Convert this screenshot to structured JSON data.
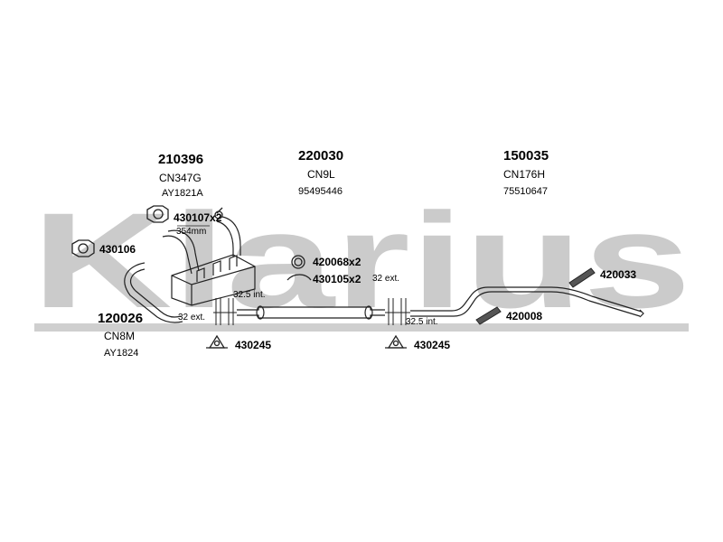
{
  "watermark": {
    "text": "Klarius",
    "color": "#c9c9c9"
  },
  "groups": {
    "front": {
      "part_no": "210396",
      "code": "CN347G",
      "ref": "AY1821A"
    },
    "middle": {
      "part_no": "220030",
      "code": "CN9L",
      "ref": "95495446"
    },
    "rear": {
      "part_no": "150035",
      "code": "CN176H",
      "ref": "75510647"
    },
    "pipe": {
      "part_no": "120026",
      "code": "CN8M",
      "ref": "AY1824"
    }
  },
  "fittings": {
    "f1": "430107x2",
    "f2": "430106",
    "f3": "420068x2",
    "f4": "430105x2",
    "f5": "420033",
    "f6": "420008",
    "f7": "430245",
    "f8": "430245"
  },
  "dimensions": {
    "d1": "354mm",
    "d2": "32.5 int.",
    "d3": "32 ext.",
    "d4": "32 ext.",
    "d5": "32.5 int."
  }
}
